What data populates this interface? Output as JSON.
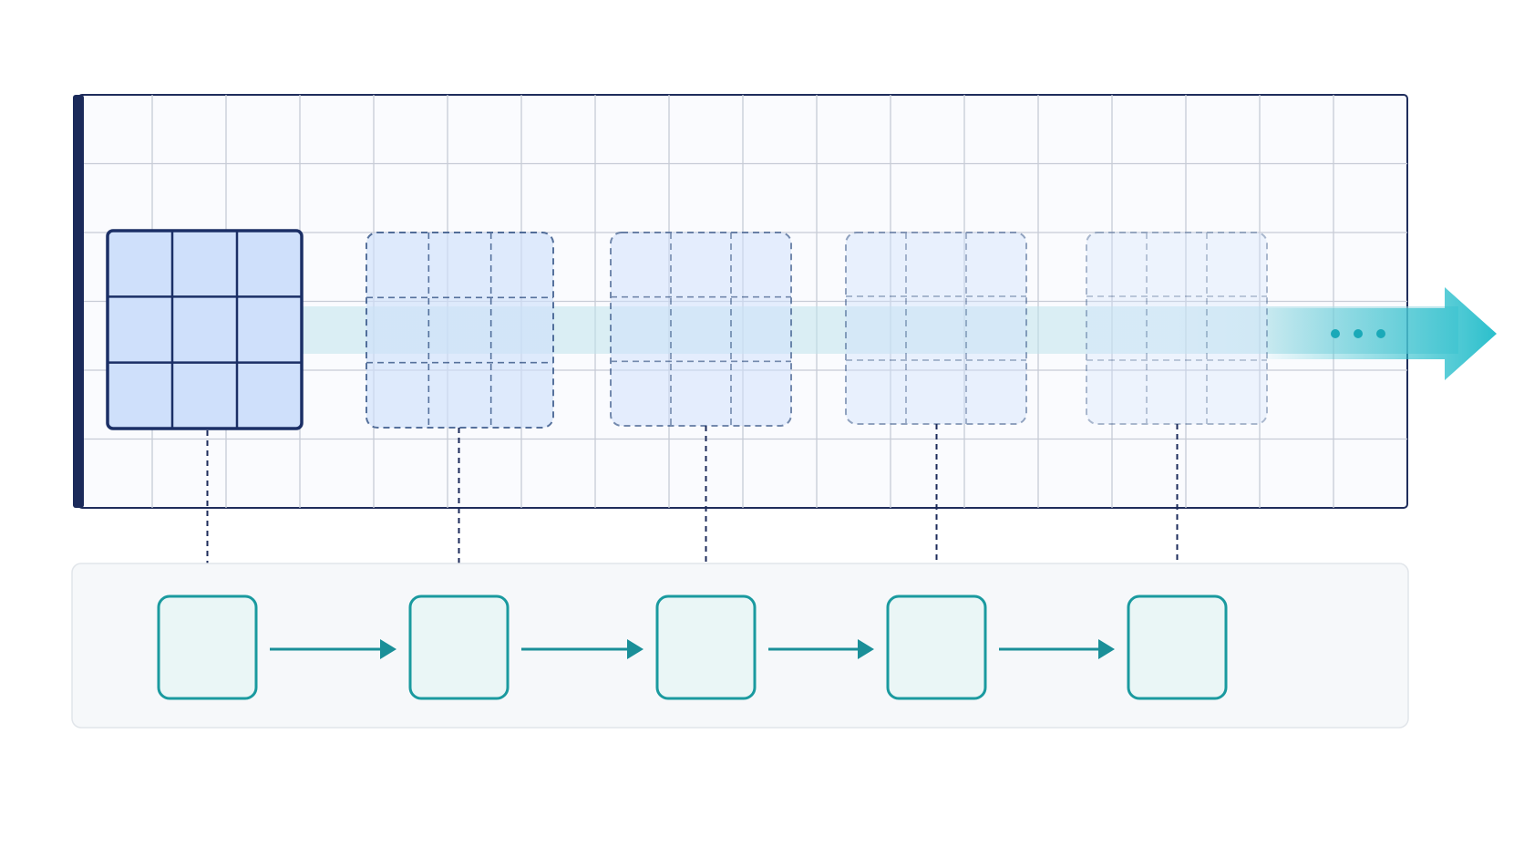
{
  "diagram": {
    "description_free": true,
    "grid": {
      "columns": 18,
      "rows": 6
    },
    "windows": {
      "count": 5,
      "cells_per_side": 3,
      "opacity_levels": [
        1.0,
        0.85,
        0.7,
        0.55,
        0.42
      ],
      "first_style": "solid",
      "other_style": "dashed"
    },
    "sequence": {
      "node_count": 5,
      "link_count": 4
    },
    "continuation": {
      "dots": 3
    },
    "colors": {
      "grid_line": "#c7cbd6",
      "grid_border": "#1f2d5c",
      "grid_edge_bar": "#1b2a5a",
      "grid_fill": "#fafbfe",
      "window_fill": "#cfe0fb",
      "window_stroke": "#1b2f66",
      "window_dash": "#3a5a8c",
      "band": "#bfe3ec",
      "arrow": "#2bbfcc",
      "dots": "#1aa9b8",
      "connector": "#1b2a5a",
      "panel_fill": "#f6f8fa",
      "panel_stroke": "#e1e5ea",
      "node_fill": "#eaf6f6",
      "node_stroke": "#1a9a9f",
      "link": "#1a8f98"
    }
  }
}
